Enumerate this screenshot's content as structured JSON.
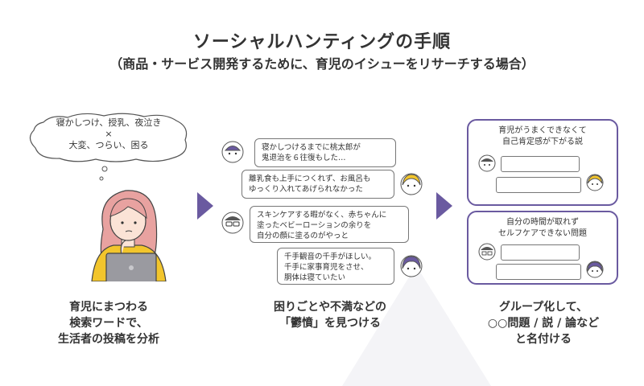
{
  "header": {
    "title": "ソーシャルハンティングの手順",
    "subtitle": "（商品・サービス開発するために、育児のイシューをリサーチする場合）"
  },
  "step1": {
    "thought_line1": "寝かしつけ、授乳、夜泣き",
    "thought_line2": "×",
    "thought_line3": "大変、つらい、困る",
    "caption_line1": "育児にまつわる",
    "caption_line2": "検索ワードで、",
    "caption_line3": "生活者の投稿を分析"
  },
  "step2": {
    "posts": [
      {
        "line1": "寝かしつけるまでに桃太郎が",
        "line2": "鬼退治を６往復もした…",
        "line3": ""
      },
      {
        "line1": "離乳食も上手につくれず、お風呂も",
        "line2": "ゆっくり入れてあげられなかった",
        "line3": ""
      },
      {
        "line1": "スキンケアする暇がなく、赤ちゃんに",
        "line2": "塗ったベビーローションの余りを",
        "line3": "自分の顔に塗るのがやっと"
      },
      {
        "line1": "千手観音の千手がほしい。",
        "line2": "千手に家事育児をさせ、",
        "line3": "胴体は寝ていたい"
      }
    ],
    "caption_line1": "困りごとや不満などの",
    "caption_line2": "「鬱憤」を見つける"
  },
  "step3": {
    "groups": [
      {
        "line1": "育児がうまくできなくて",
        "line2": "自己肯定感が下がる説"
      },
      {
        "line1": "自分の時間が取れず",
        "line2": "セルフケアできない問題"
      }
    ],
    "caption_line1": "グループ化して、",
    "caption_line2": "○○問題 / 説 / 論など",
    "caption_line3": "と名付ける"
  },
  "colors": {
    "accent": "#6a5aa0",
    "hair": "#e8a2a0",
    "sweater": "#f2c52c",
    "text": "#333333"
  }
}
